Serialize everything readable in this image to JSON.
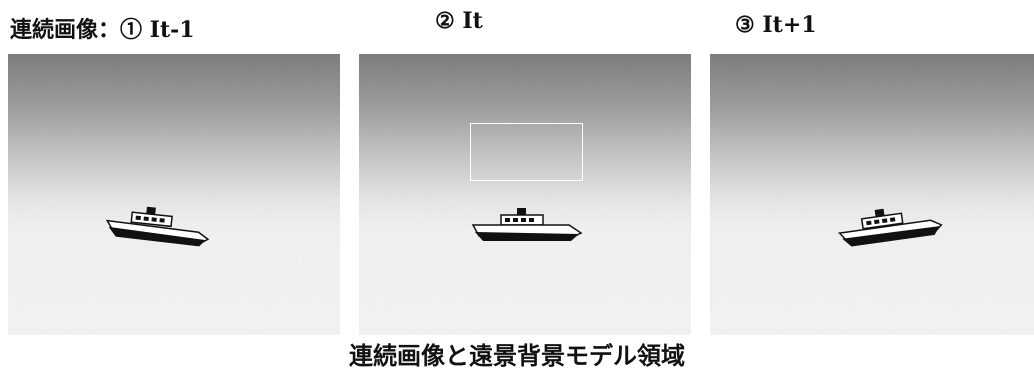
{
  "frames": [
    {
      "label": "連続画像：① It-1"
    },
    {
      "label": "② It"
    },
    {
      "label": "③ It+1"
    }
  ],
  "caption": "連続画像と遠景背景モデル領域"
}
